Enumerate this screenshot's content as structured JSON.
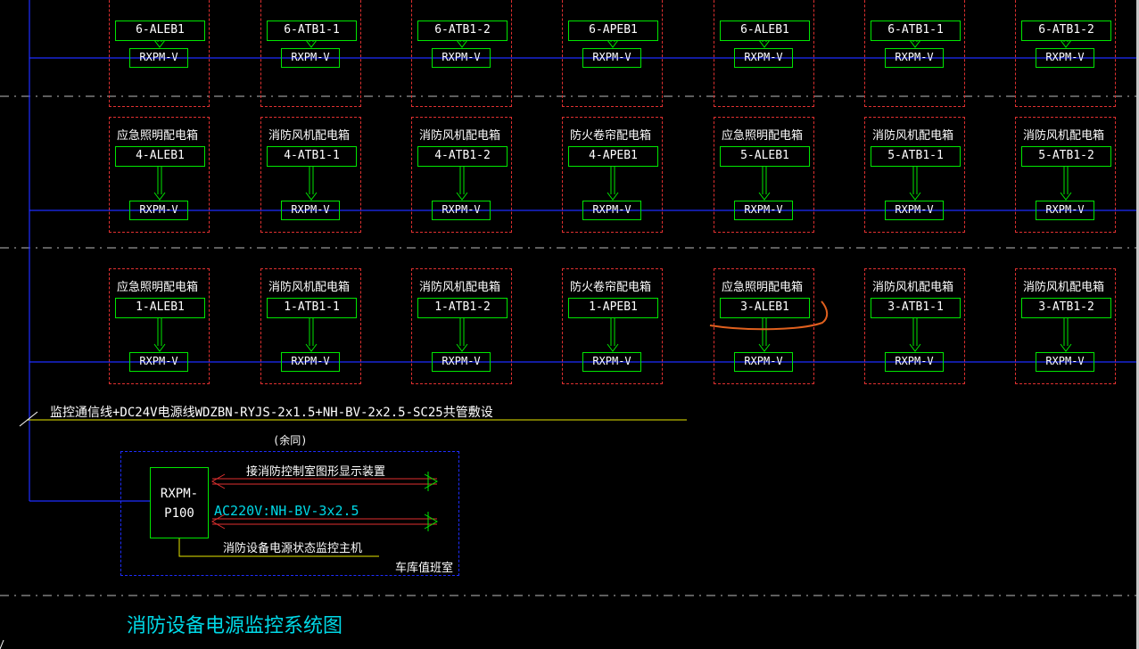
{
  "rows": [
    {
      "panels": [
        {
          "type": "",
          "code": "6-ALEB1"
        },
        {
          "type": "",
          "code": "6-ATB1-1"
        },
        {
          "type": "",
          "code": "6-ATB1-2"
        },
        {
          "type": "",
          "code": "6-APEB1"
        },
        {
          "type": "",
          "code": "6-ALEB1"
        },
        {
          "type": "",
          "code": "6-ATB1-1"
        },
        {
          "type": "",
          "code": "6-ATB1-2"
        }
      ]
    },
    {
      "panels": [
        {
          "type": "应急照明配电箱",
          "code": "4-ALEB1"
        },
        {
          "type": "消防风机配电箱",
          "code": "4-ATB1-1"
        },
        {
          "type": "消防风机配电箱",
          "code": "4-ATB1-2"
        },
        {
          "type": "防火卷帘配电箱",
          "code": "4-APEB1"
        },
        {
          "type": "应急照明配电箱",
          "code": "5-ALEB1"
        },
        {
          "type": "消防风机配电箱",
          "code": "5-ATB1-1"
        },
        {
          "type": "消防风机配电箱",
          "code": "5-ATB1-2"
        }
      ]
    },
    {
      "panels": [
        {
          "type": "应急照明配电箱",
          "code": "1-ALEB1"
        },
        {
          "type": "消防风机配电箱",
          "code": "1-ATB1-1"
        },
        {
          "type": "消防风机配电箱",
          "code": "1-ATB1-2"
        },
        {
          "type": "防火卷帘配电箱",
          "code": "1-APEB1"
        },
        {
          "type": "应急照明配电箱",
          "code": "3-ALEB1"
        },
        {
          "type": "消防风机配电箱",
          "code": "3-ATB1-1"
        },
        {
          "type": "消防风机配电箱",
          "code": "3-ATB1-2"
        }
      ]
    }
  ],
  "module_label": "RXPM-V",
  "bus_note": "监控通信线+DC24V电源线WDZBN-RYJS-2x1.5+NH-BV-2x2.5-SC25共管敷设",
  "bus_note_sub": "(余同)",
  "host": {
    "label_line1": "RXPM-",
    "label_line2": "P100",
    "signal_to_display": "接消防控制室图形显示装置",
    "power_feed": "AC220V:NH-BV-3x2.5",
    "host_name": "消防设备电源状态监控主机",
    "room_name": "车库值班室"
  },
  "drawing_title": "消防设备电源监控系统图",
  "colors": {
    "background": "#000000",
    "bus_line": "#1e2dff",
    "panel_border": "#e03030",
    "module_border": "#00e600",
    "note_underline": "#e6e600",
    "arrow": "#e03030",
    "title_text": "#00d8e6",
    "markup": "#e0601e"
  }
}
